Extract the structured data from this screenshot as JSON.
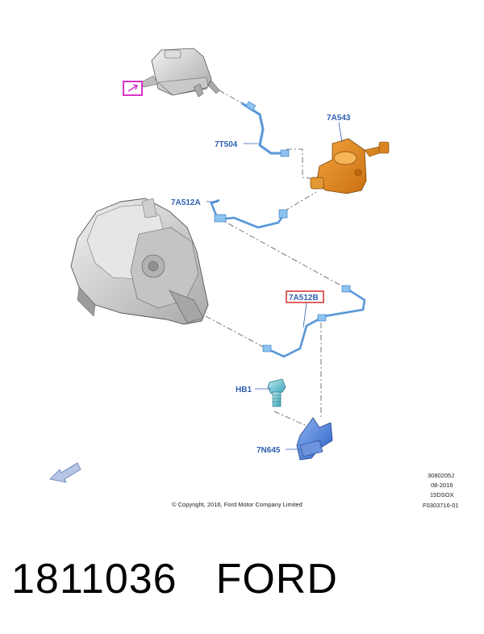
{
  "callouts": {
    "reservoir": "7A543",
    "hose": "7T504",
    "line_a": "7A512A",
    "line_b": "7A512B",
    "bolt": "HB1",
    "bracket": "7N645"
  },
  "meta": {
    "code1": "3080205J",
    "date": "08-2016",
    "model": "15DSOX",
    "ref": "F0303716-01"
  },
  "copyright": "© Copyright, 2016, Ford Motor Company Limited",
  "footer": {
    "part_number": "1811036",
    "brand": "FORD"
  },
  "colors": {
    "callout_blue": "#2f5fb3",
    "orange_part": "#e08a1e",
    "blue_line": "#7fb3e6",
    "magenta_box": "#d633c9",
    "red_box": "#d42020"
  }
}
